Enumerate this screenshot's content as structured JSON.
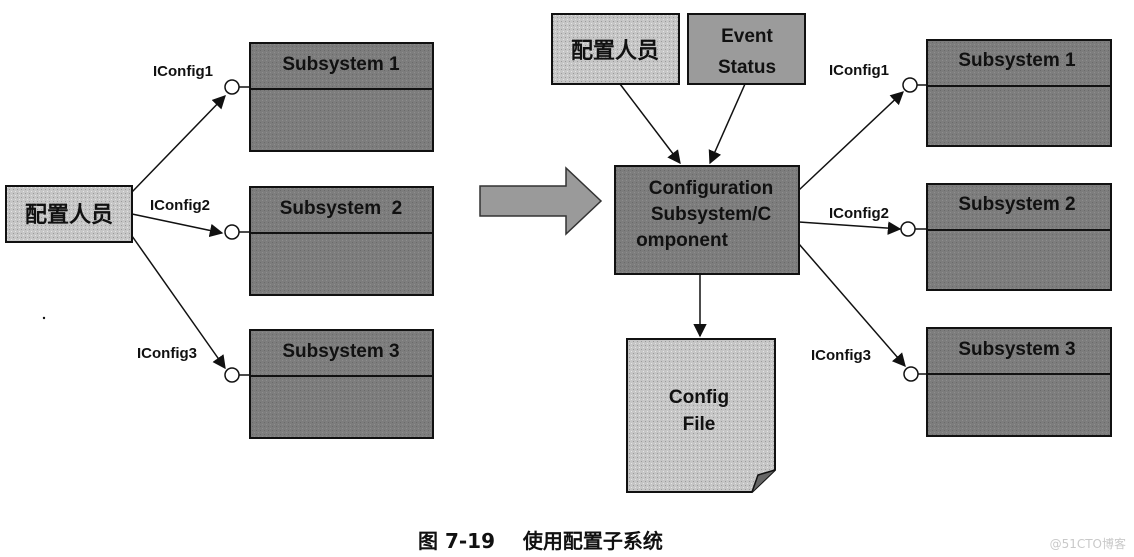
{
  "left": {
    "actor_label": "配置人员",
    "interfaces": [
      "IConfig1",
      "IConfig2",
      "IConfig3"
    ],
    "subsystems": [
      "Subsystem 1",
      "Subsystem  2",
      "Subsystem 3"
    ]
  },
  "right": {
    "inputs": [
      {
        "lines": [
          "配置人员"
        ]
      },
      {
        "lines": [
          "Event",
          "Status"
        ]
      }
    ],
    "component_lines": [
      "Configuration",
      "Subsystem/C",
      "omponent"
    ],
    "file_lines": [
      "Config",
      "File"
    ],
    "interfaces": [
      "IConfig1",
      "IConfig2",
      "IConfig3"
    ],
    "subsystems": [
      "Subsystem 1",
      "Subsystem 2",
      "Subsystem 3"
    ]
  },
  "caption": "图 7-19    使用配置子系统",
  "watermark": "@51CTO博客",
  "colors": {
    "box_dark": "#7e7e7e",
    "box_light": "#c8c8c8",
    "arrow_fill": "#9a9a9a",
    "stroke": "#111111"
  }
}
